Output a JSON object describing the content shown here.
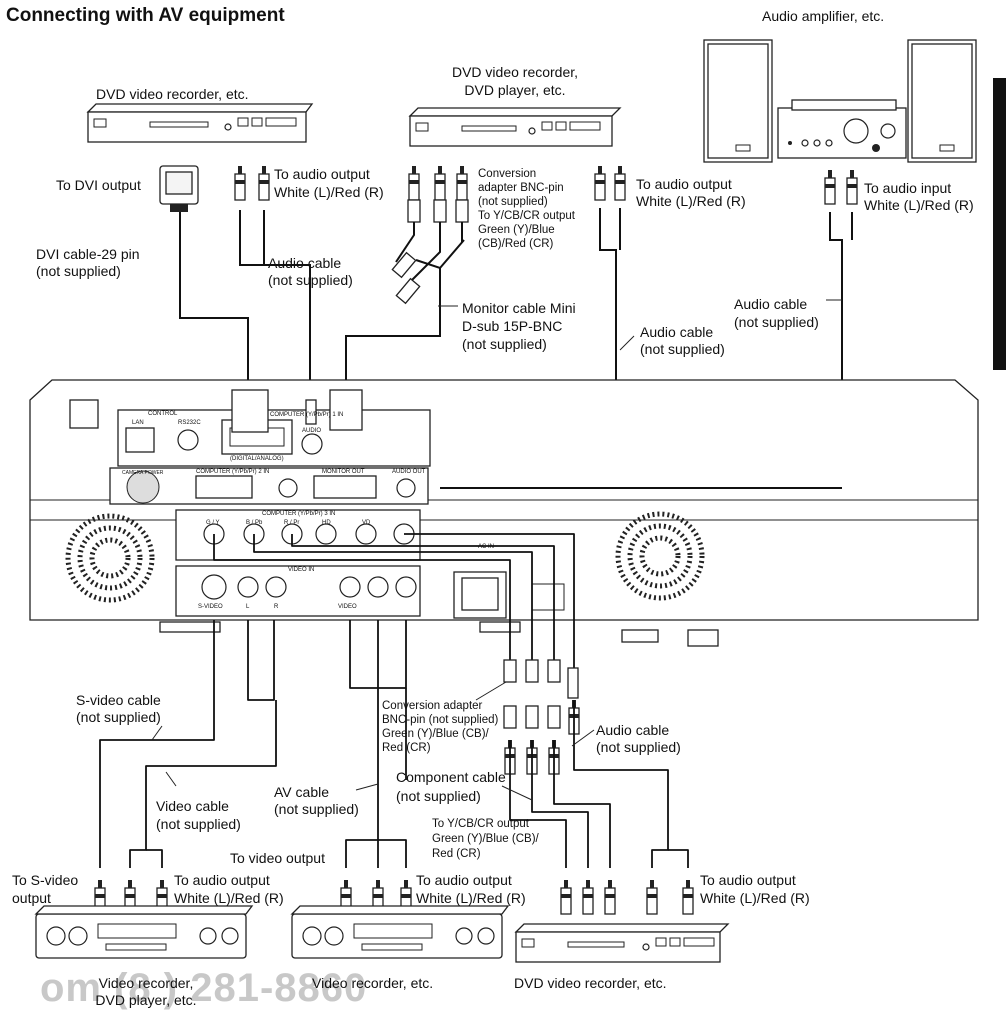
{
  "title": "Connecting with AV equipment",
  "watermark": "om (8  ) 281-8860",
  "devices": {
    "audio_amp": "Audio amplifier, etc.",
    "dvd_top_left": "DVD video recorder, etc.",
    "dvd_top_mid_1": "DVD video recorder,",
    "dvd_top_mid_2": "DVD player, etc.",
    "vcr_left_1": "Video recorder,",
    "vcr_left_2": "DVD player, etc.",
    "vcr_mid": "Video recorder, etc.",
    "dvd_bottom_right": "DVD video recorder, etc."
  },
  "labels": {
    "to_dvi_output": "To DVI output",
    "audio_out_top_1": "To audio output",
    "audio_out_top_2": "White (L)/Red (R)",
    "conv_top_1": "Conversion",
    "conv_top_2": "adapter BNC-pin",
    "conv_top_3": "(not supplied)",
    "conv_top_4": "To Y/CB/CR output",
    "conv_top_5": "Green (Y)/Blue",
    "conv_top_6": "(CB)/Red (CR)",
    "audio_out_top_mid_1": "To audio output",
    "audio_out_top_mid_2": "White (L)/Red (R)",
    "audio_in_1": "To audio input",
    "audio_in_2": "White (L)/Red (R)",
    "dvi_cable_1": "DVI cable-29 pin",
    "dvi_cable_2": "(not supplied)",
    "audio_cable_a_1": "Audio cable",
    "audio_cable_a_2": "(not supplied)",
    "monitor_cable_1": "Monitor cable Mini",
    "monitor_cable_2": "D-sub 15P-BNC",
    "monitor_cable_3": "(not supplied)",
    "audio_cable_b_1": "Audio cable",
    "audio_cable_b_2": "(not supplied)",
    "audio_cable_c_1": "Audio cable",
    "audio_cable_c_2": "(not supplied)",
    "svideo_cable_1": "S-video cable",
    "svideo_cable_2": "(not supplied)",
    "conv_bottom_1": "Conversion adapter",
    "conv_bottom_2": "BNC-pin (not supplied)",
    "conv_bottom_3": "Green (Y)/Blue (CB)/",
    "conv_bottom_4": "Red (CR)",
    "audio_cable_d_1": "Audio cable",
    "audio_cable_d_2": "(not supplied)",
    "av_cable_1": "AV cable",
    "av_cable_2": "(not supplied)",
    "component_cable_1": "Component cable",
    "component_cable_2": "(not supplied)",
    "video_cable_1": "Video cable",
    "video_cable_2": "(not supplied)",
    "to_ycbcr_bottom_1": "To Y/CB/CR output",
    "to_ycbcr_bottom_2": "Green (Y)/Blue (CB)/",
    "to_ycbcr_bottom_3": "Red (CR)",
    "to_video_output": "To video output",
    "to_svideo_1": "To S-video",
    "to_svideo_2": "output",
    "audio_out_bl_1": "To audio output",
    "audio_out_bl_2": "White (L)/Red (R)",
    "audio_out_bm_1": "To audio output",
    "audio_out_bm_2": "White (L)/Red (R)",
    "audio_out_br_1": "To audio output",
    "audio_out_br_2": "White (L)/Red (R)"
  },
  "panel": {
    "control": "CONTROL",
    "lan": "LAN",
    "rs232c": "RS232C",
    "computer1": "COMPUTER (Y/Pb/Pr) 1 IN",
    "digital_analog": "(DIGITAL/ANALOG)",
    "audio": "AUDIO",
    "computer2": "COMPUTER (Y/Pb/Pr) 2 IN",
    "monitor_out": "MONITOR OUT",
    "audio_out": "AUDIO OUT",
    "computer3": "COMPUTER (Y/Pb/Pr) 3 IN",
    "gy": "G / Y",
    "bpb": "B / Pb",
    "rpr": "R / Pr",
    "hd": "HD",
    "vd": "VD",
    "ac_in": "AC IN",
    "video_in": "VIDEO IN",
    "svideo": "S-VIDEO",
    "video": "VIDEO",
    "l": "L",
    "r": "R",
    "camera_power": "CAMERA POWER"
  }
}
